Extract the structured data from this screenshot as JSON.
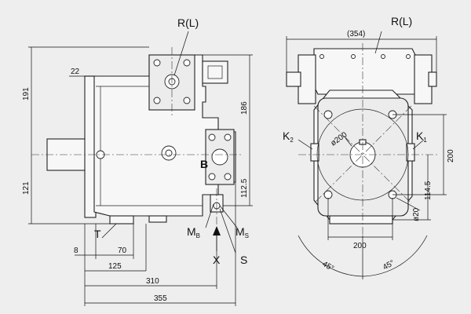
{
  "labels": {
    "port_r_left": "R(L)",
    "port_r_right": "R(L)",
    "port_b": "B",
    "port_t": "T",
    "port_mb_main": "M",
    "port_mb_sub": "B",
    "port_ms_main": "M",
    "port_ms_sub": "S",
    "port_s": "S",
    "view_x": "X",
    "port_k2_main": "K",
    "port_k2_sub": "2",
    "port_k1_main": "K",
    "port_k1_sub": "1"
  },
  "dimensions": {
    "d191": "191",
    "d121": "121",
    "d22": "22",
    "d186": "186",
    "d112_5": "112.5",
    "d8": "8",
    "d70": "70",
    "d125": "125",
    "d310": "310",
    "d355": "355",
    "d354": "(354)",
    "d200v": "200",
    "d114_5": "114.5",
    "d20": "ø20",
    "d200dia": "ø200",
    "d200h": "200",
    "a45l": "45°",
    "a45r": "45°"
  }
}
